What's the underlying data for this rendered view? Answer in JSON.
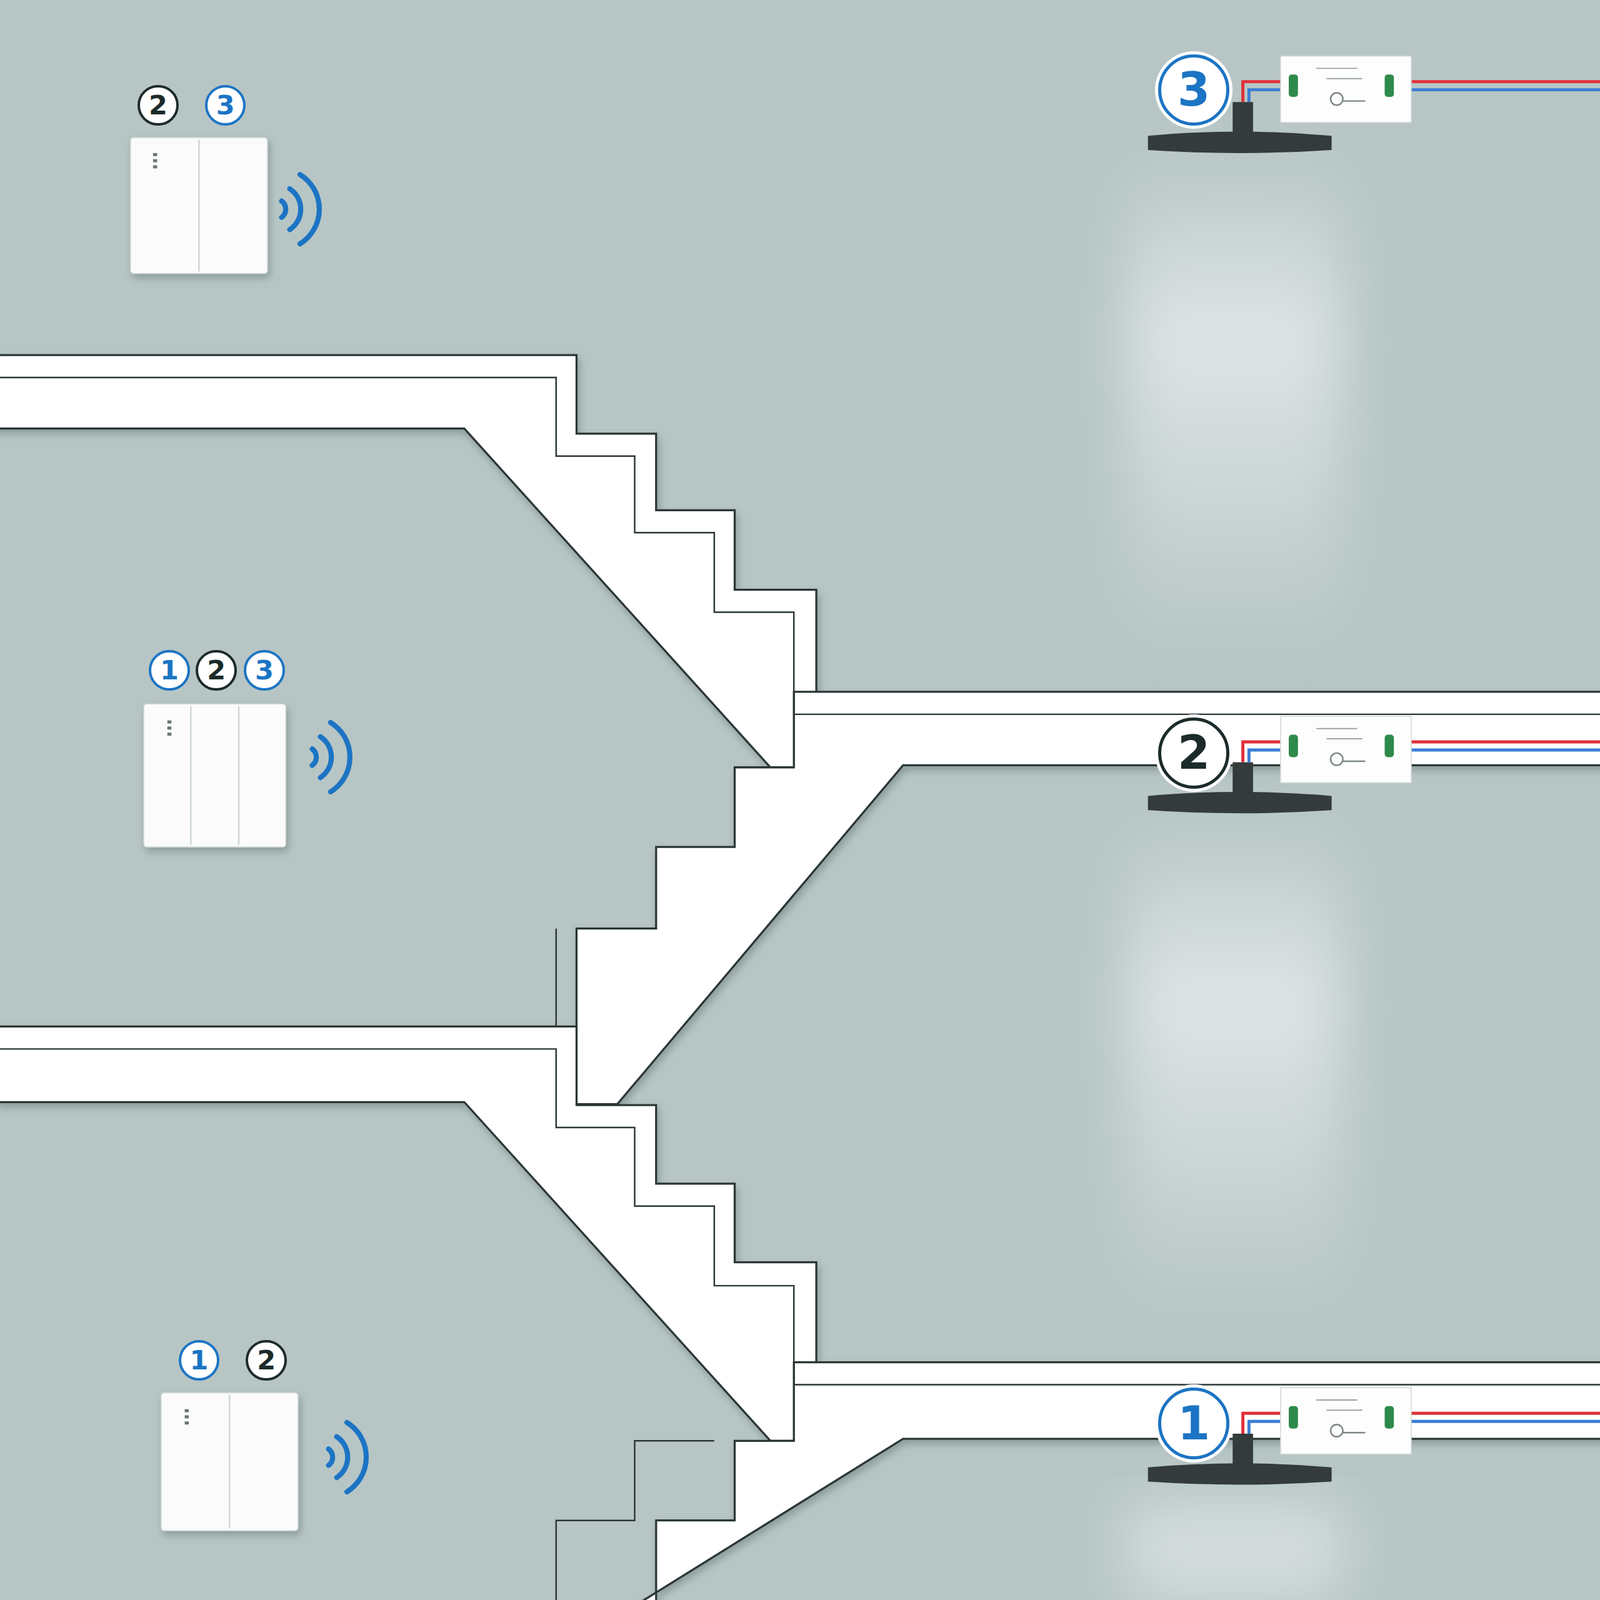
{
  "diagram": {
    "labels": [
      "2",
      "3",
      "3",
      "1",
      "2",
      "3",
      "2",
      "1",
      "2",
      "1"
    ]
  }
}
